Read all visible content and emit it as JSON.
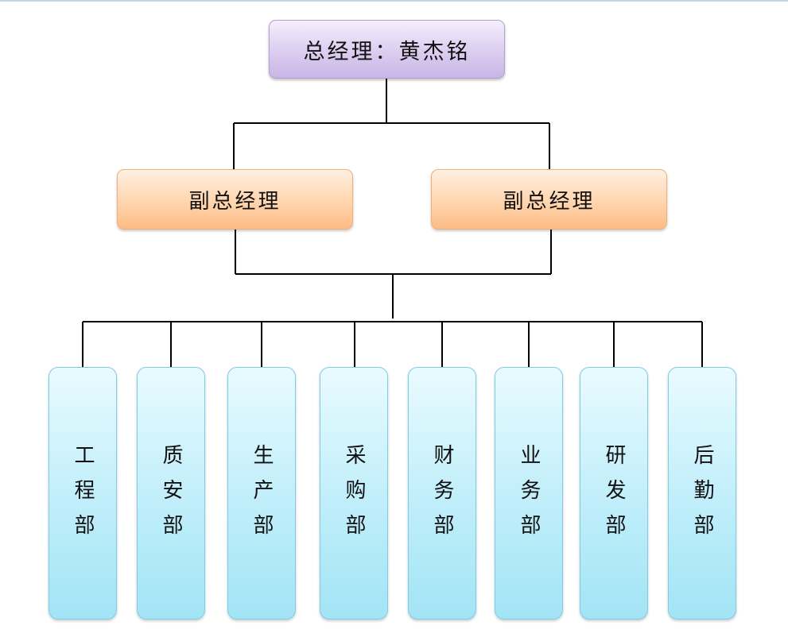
{
  "org_chart": {
    "ceo": {
      "label": "总经理：黄杰铭"
    },
    "vice_presidents": [
      {
        "label": "副总经理"
      },
      {
        "label": "副总经理"
      }
    ],
    "departments": [
      {
        "label": "工程部"
      },
      {
        "label": "质安部"
      },
      {
        "label": "生产部"
      },
      {
        "label": "采购部"
      },
      {
        "label": "财务部"
      },
      {
        "label": "业务部"
      },
      {
        "label": "研发部"
      },
      {
        "label": "后勤部"
      }
    ]
  },
  "colors": {
    "ceo_fill": "#dccdf0",
    "vp_fill": "#ffd5ae",
    "dept_fill": "#c6f0fb",
    "connector": "#000000"
  }
}
